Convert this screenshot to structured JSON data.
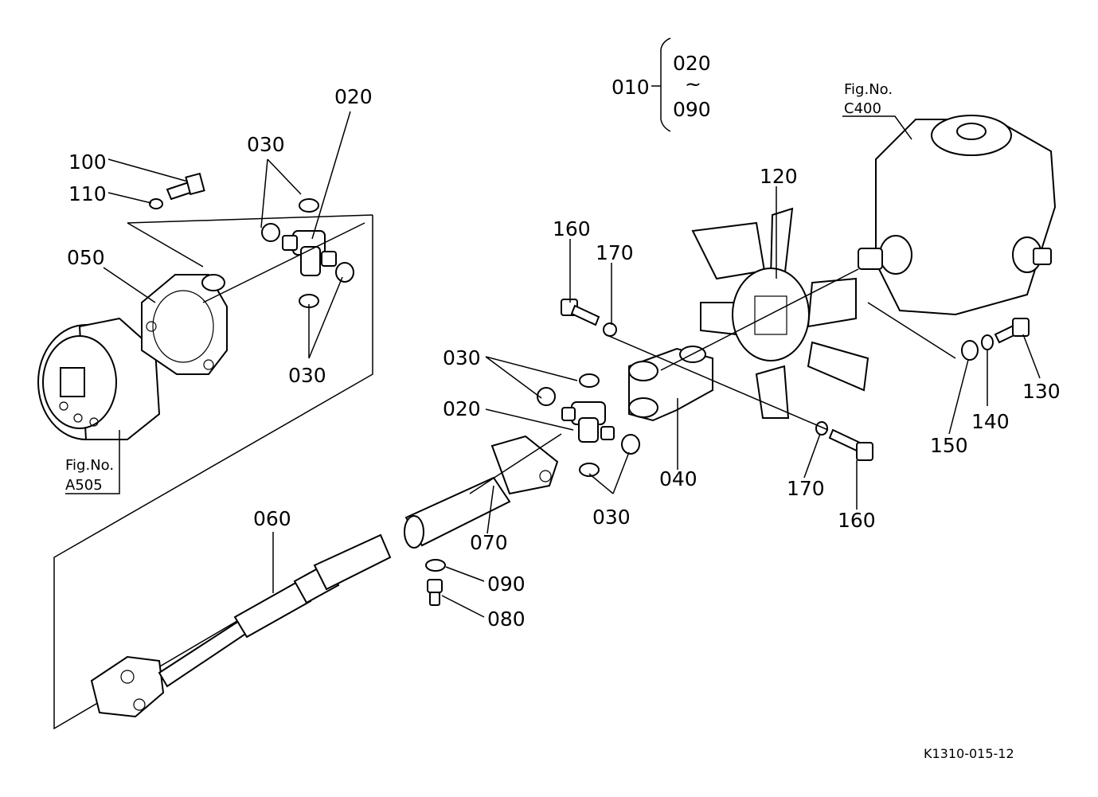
{
  "assembly_range": {
    "main": "010",
    "from": "020",
    "tilde": "~",
    "to": "090"
  },
  "labels": {
    "l100": "100",
    "l110": "110",
    "l050": "050",
    "l030_a": "030",
    "l020_a": "020",
    "l030_b": "030",
    "l160_a": "160",
    "l170_a": "170",
    "l120": "120",
    "l030_c": "030",
    "l020_b": "020",
    "l040": "040",
    "l030_d": "030",
    "l060": "060",
    "l070": "070",
    "l090": "090",
    "l080": "080",
    "l170_b": "170",
    "l160_b": "160",
    "l150": "150",
    "l140": "140",
    "l130": "130"
  },
  "fig_refs": {
    "c400": {
      "line1": "Fig.No.",
      "line2": "C400"
    },
    "a505": {
      "line1": "Fig.No.",
      "line2": "A505"
    }
  },
  "drawing_code": "K1310-015-12"
}
